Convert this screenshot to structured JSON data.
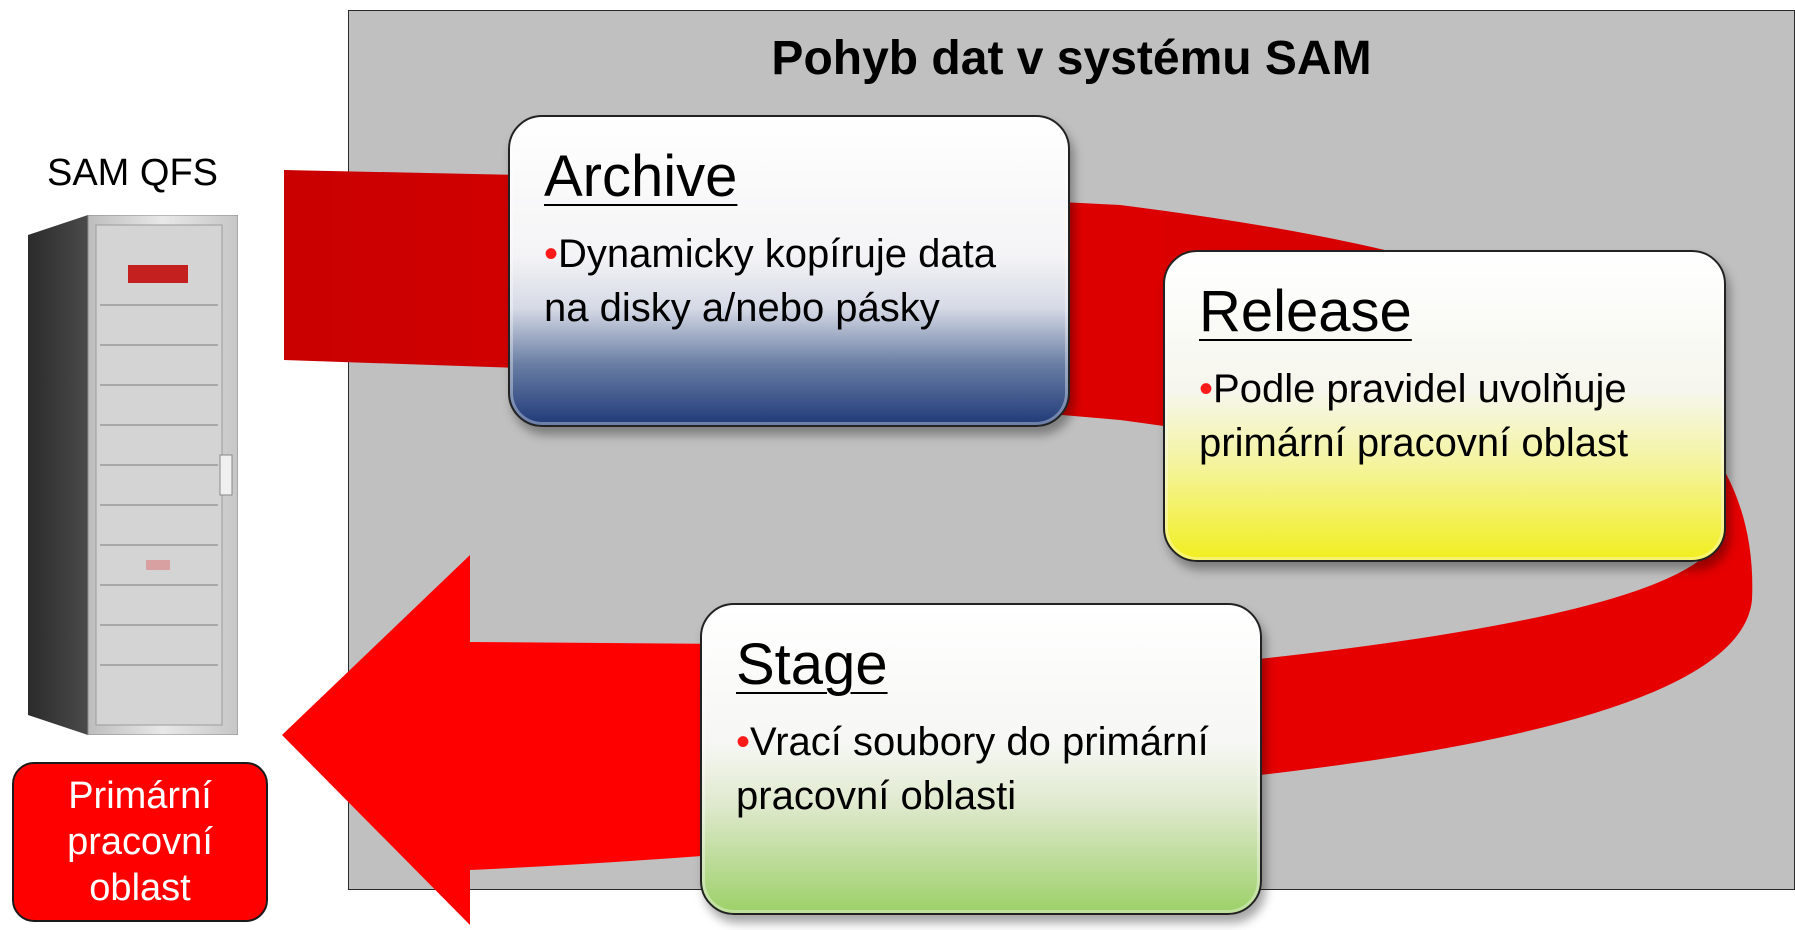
{
  "diagram": {
    "title": "Pohyb dat v systému SAM",
    "server_label": "SAM QFS",
    "primary_area": "Primární\npracovní\noblast",
    "cards": {
      "archive": {
        "title": "Archive",
        "bullet": "•",
        "text": "Dynamicky kopíruje data na disky a/nebo pásky"
      },
      "release": {
        "title": "Release",
        "bullet": "•",
        "text": "Podle pravidel uvolňuje primární pracovní oblast"
      },
      "stage": {
        "title": "Stage",
        "bullet": "•",
        "text": "Vrací soubory do primární pracovní oblasti"
      }
    },
    "colors": {
      "arrow": "#ff0000",
      "arrow_dark": "#b80000",
      "panel": "#c0c0c0",
      "archive_accent": "#1f3a78",
      "release_accent": "#f2ee20",
      "stage_accent": "#9cd068"
    }
  }
}
